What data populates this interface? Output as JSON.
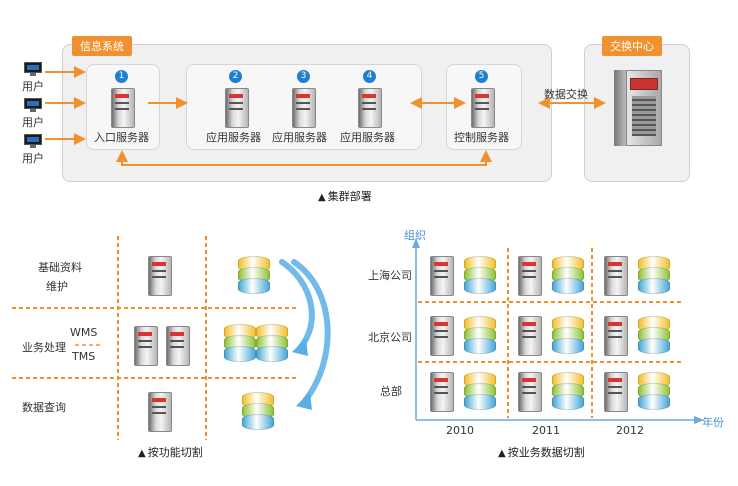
{
  "cluster": {
    "title": "信息系统",
    "exchange_title": "交换中心",
    "users": [
      "用户",
      "用户",
      "用户"
    ],
    "badges": [
      "1",
      "2",
      "3",
      "4",
      "5"
    ],
    "entry_server": "入口服务器",
    "app_servers": [
      "应用服务器",
      "应用服务器",
      "应用服务器"
    ],
    "control_server": "控制服务器",
    "data_exchange": "数据交换",
    "caption": "集群部署"
  },
  "functional": {
    "rows": [
      "基础资料",
      "维护",
      "业务处理",
      "WMS",
      "TMS",
      "数据查询"
    ],
    "caption": "按功能切割"
  },
  "business": {
    "y_axis": "组织",
    "x_axis": "年份",
    "rows": [
      "上海公司",
      "北京公司",
      "总部"
    ],
    "years": [
      "2010",
      "2011",
      "2012"
    ],
    "caption": "按业务数据切割"
  },
  "colors": {
    "accent_orange": "#f0912f",
    "badge_blue": "#1e7fd0",
    "axis_blue": "#6aa8e0",
    "db_stack": [
      "#f2c12e",
      "#8fc43a",
      "#4aa8d8"
    ]
  }
}
